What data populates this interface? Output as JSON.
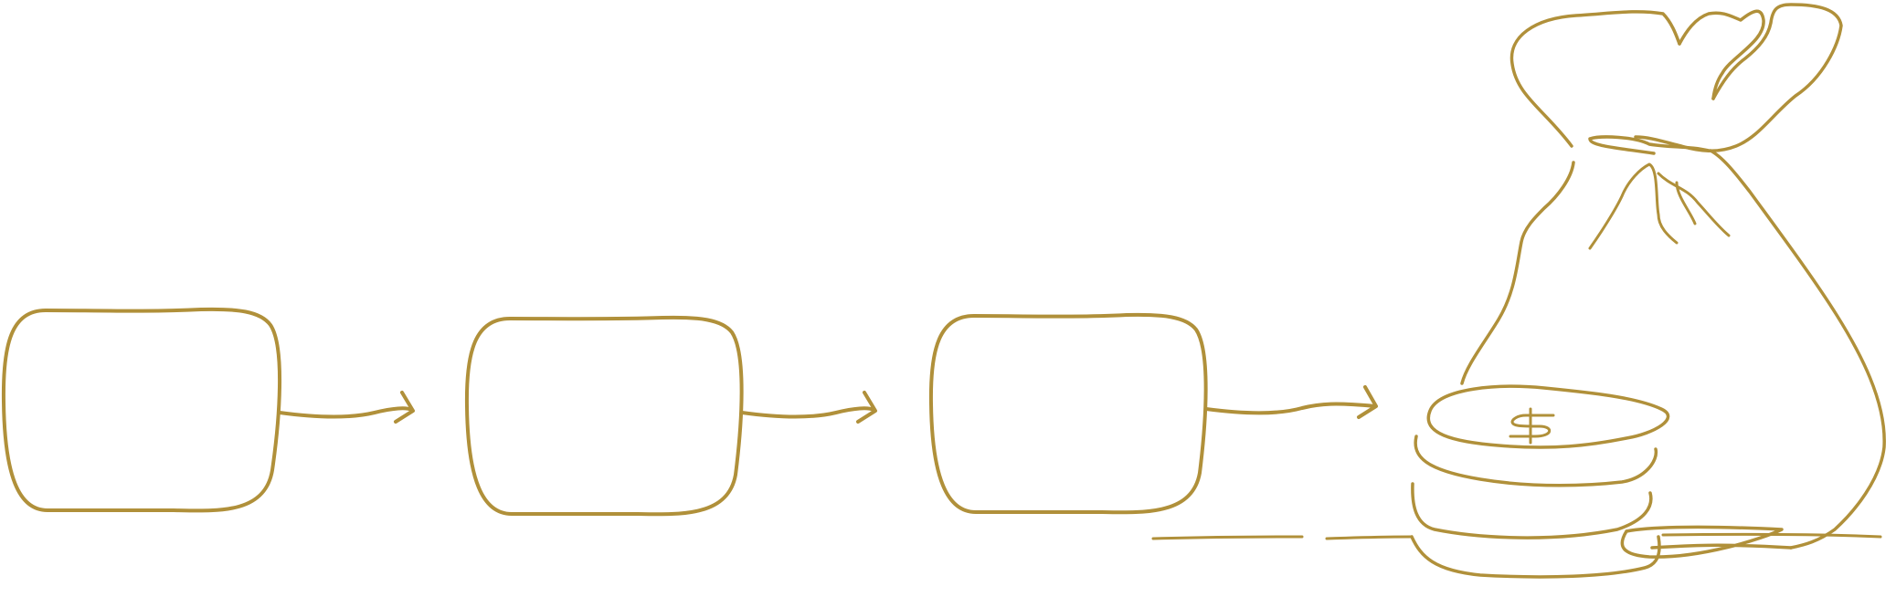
{
  "diagram": {
    "steps": [
      {
        "id": "step-1",
        "label": ""
      },
      {
        "id": "step-2",
        "label": ""
      },
      {
        "id": "step-3",
        "label": ""
      }
    ],
    "goal": {
      "icon": "money-bag-with-coins-icon",
      "label": ""
    }
  },
  "colors": {
    "stroke": "#B0903A",
    "background": "#FFFFFF"
  }
}
